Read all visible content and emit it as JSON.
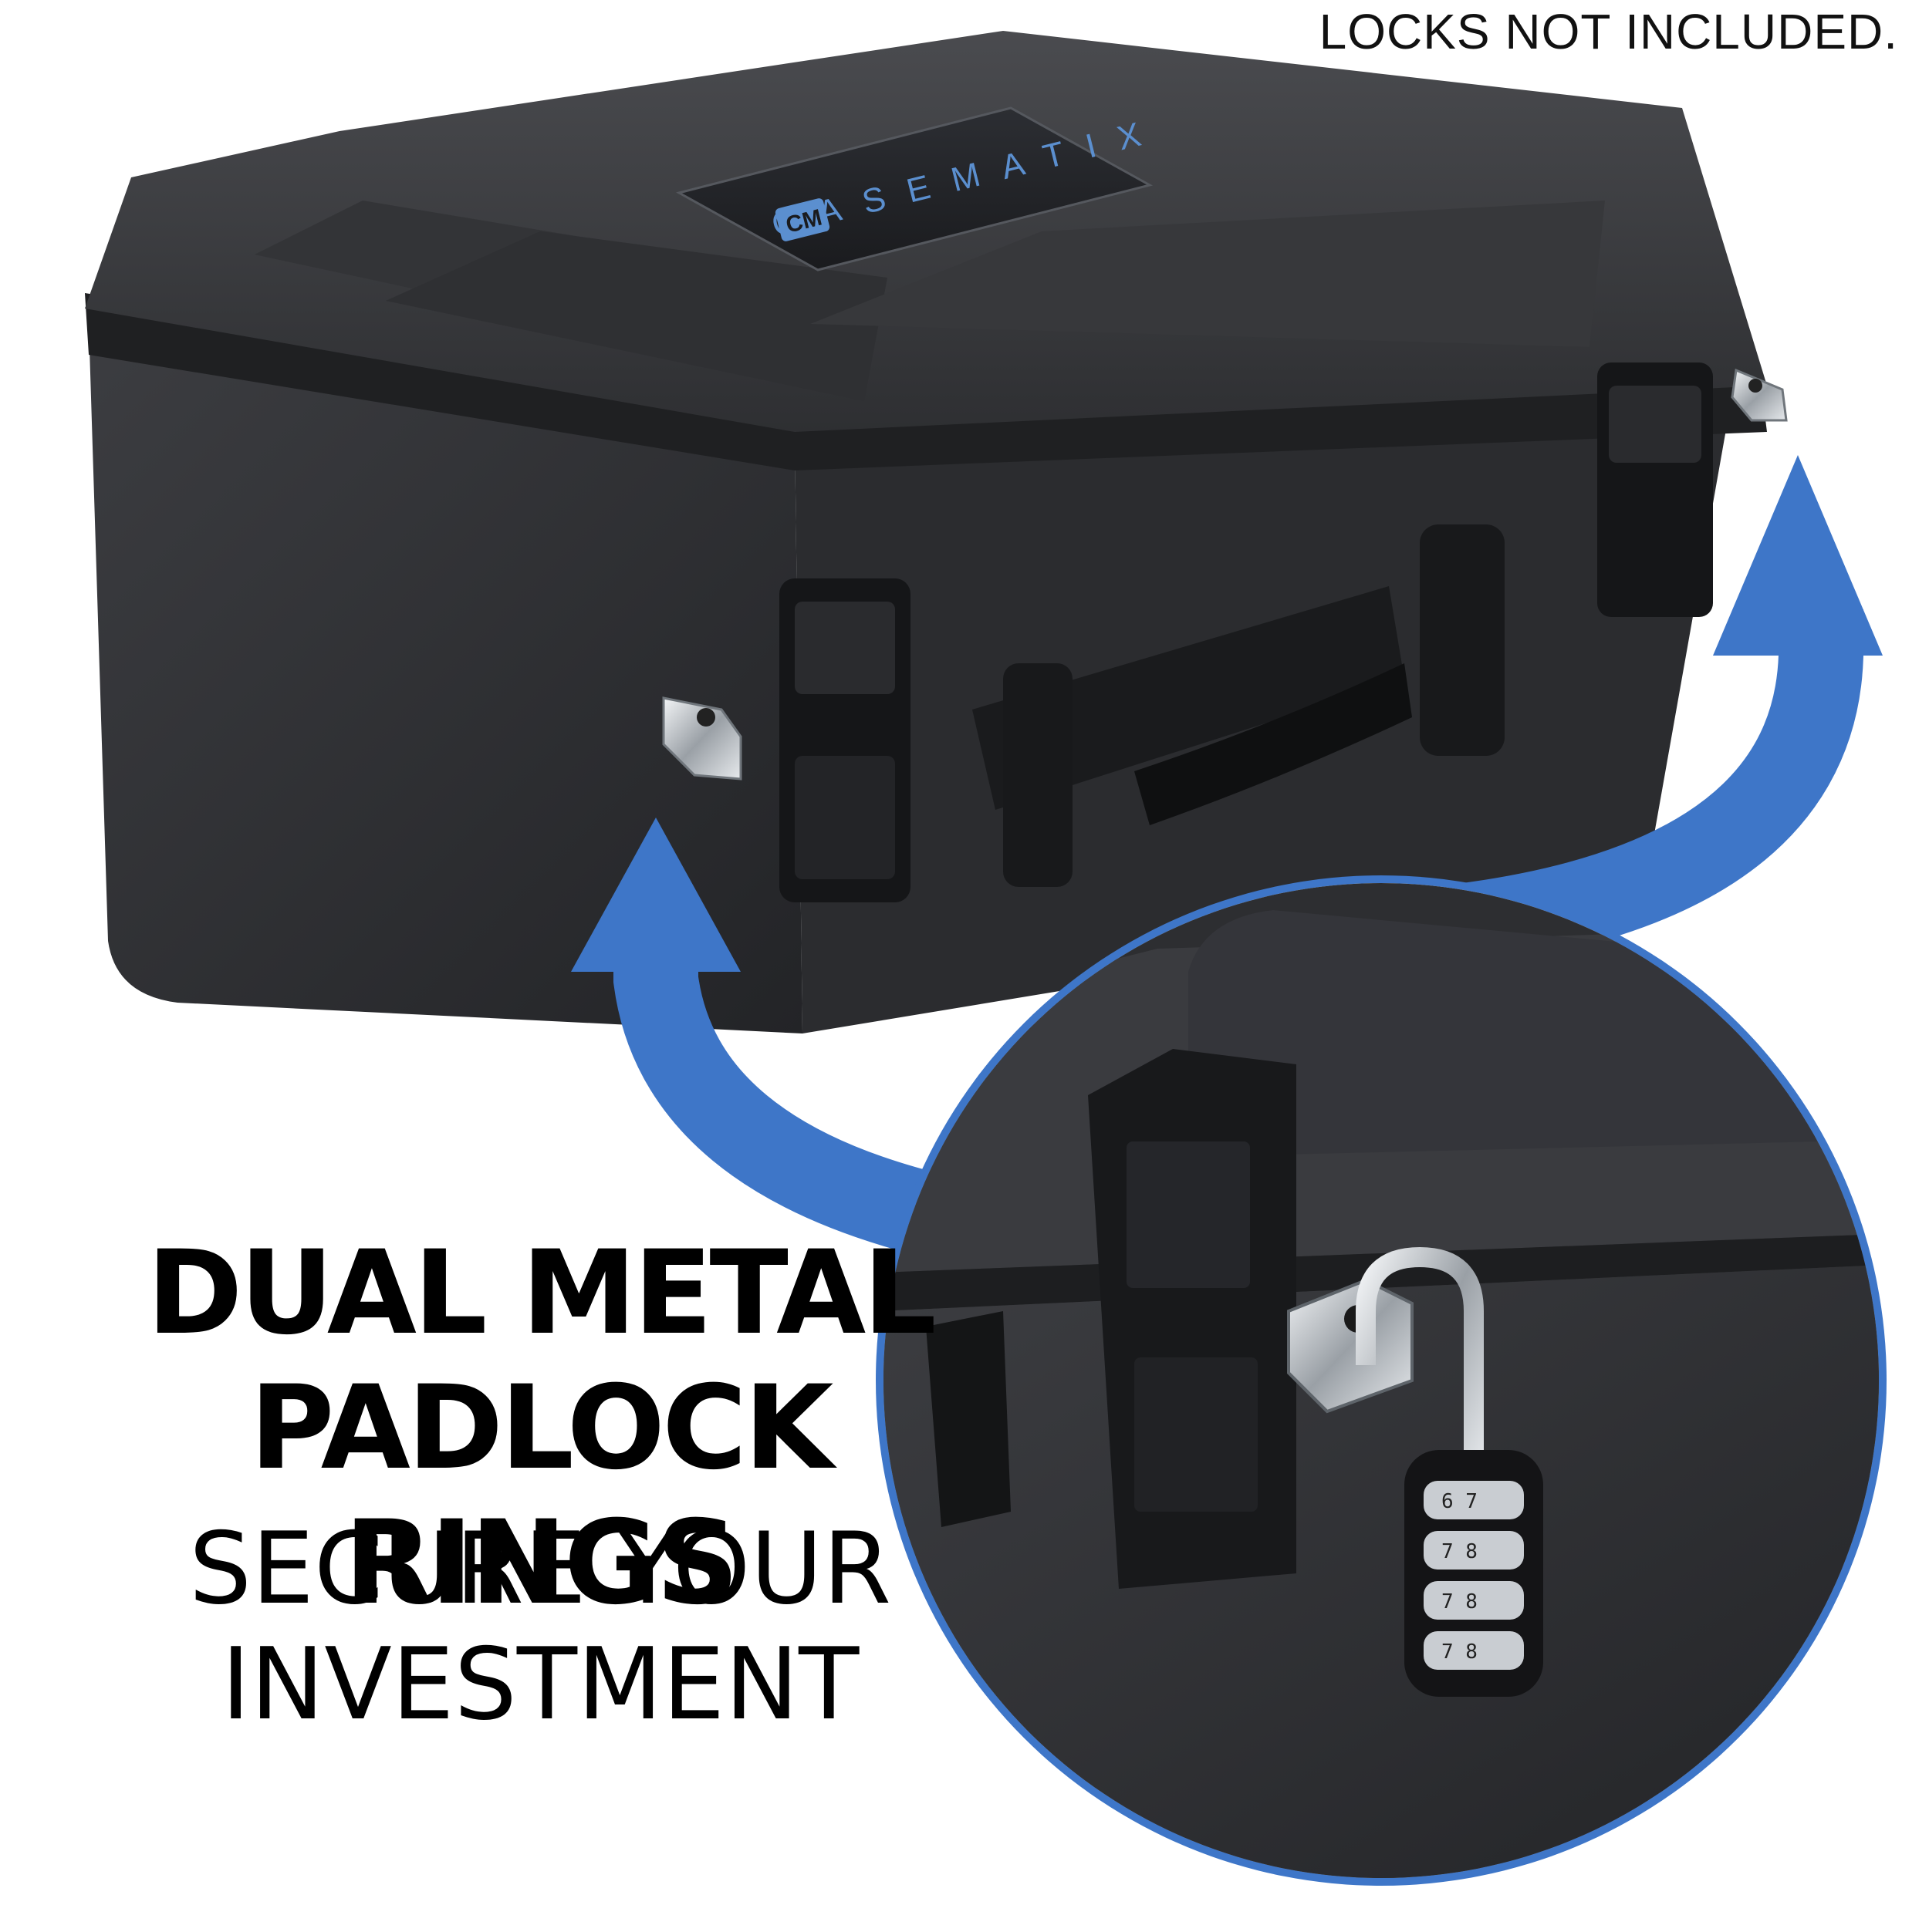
{
  "disclaimer": "LOCKS NOT INCLUDED.",
  "headline": {
    "line1": "DUAL METAL",
    "line2": "PADLOCK RINGS"
  },
  "subheadline": {
    "line1": "SECURE YOUR",
    "line2": "INVESTMENT"
  },
  "brand": {
    "name": "CASEMATIX",
    "logo_letters": "CM"
  },
  "padlock": {
    "dials": [
      "6 7",
      "7 8",
      "7 8",
      "7 8"
    ]
  },
  "colors": {
    "accent": "#3e76c8",
    "case_body": "#3a3b3e",
    "case_dark": "#1f2022",
    "metal": "#c9cdd2",
    "background": "#ffffff"
  },
  "icons": [
    "curved-arrow-icon",
    "padlock-icon",
    "brand-logo-icon"
  ]
}
